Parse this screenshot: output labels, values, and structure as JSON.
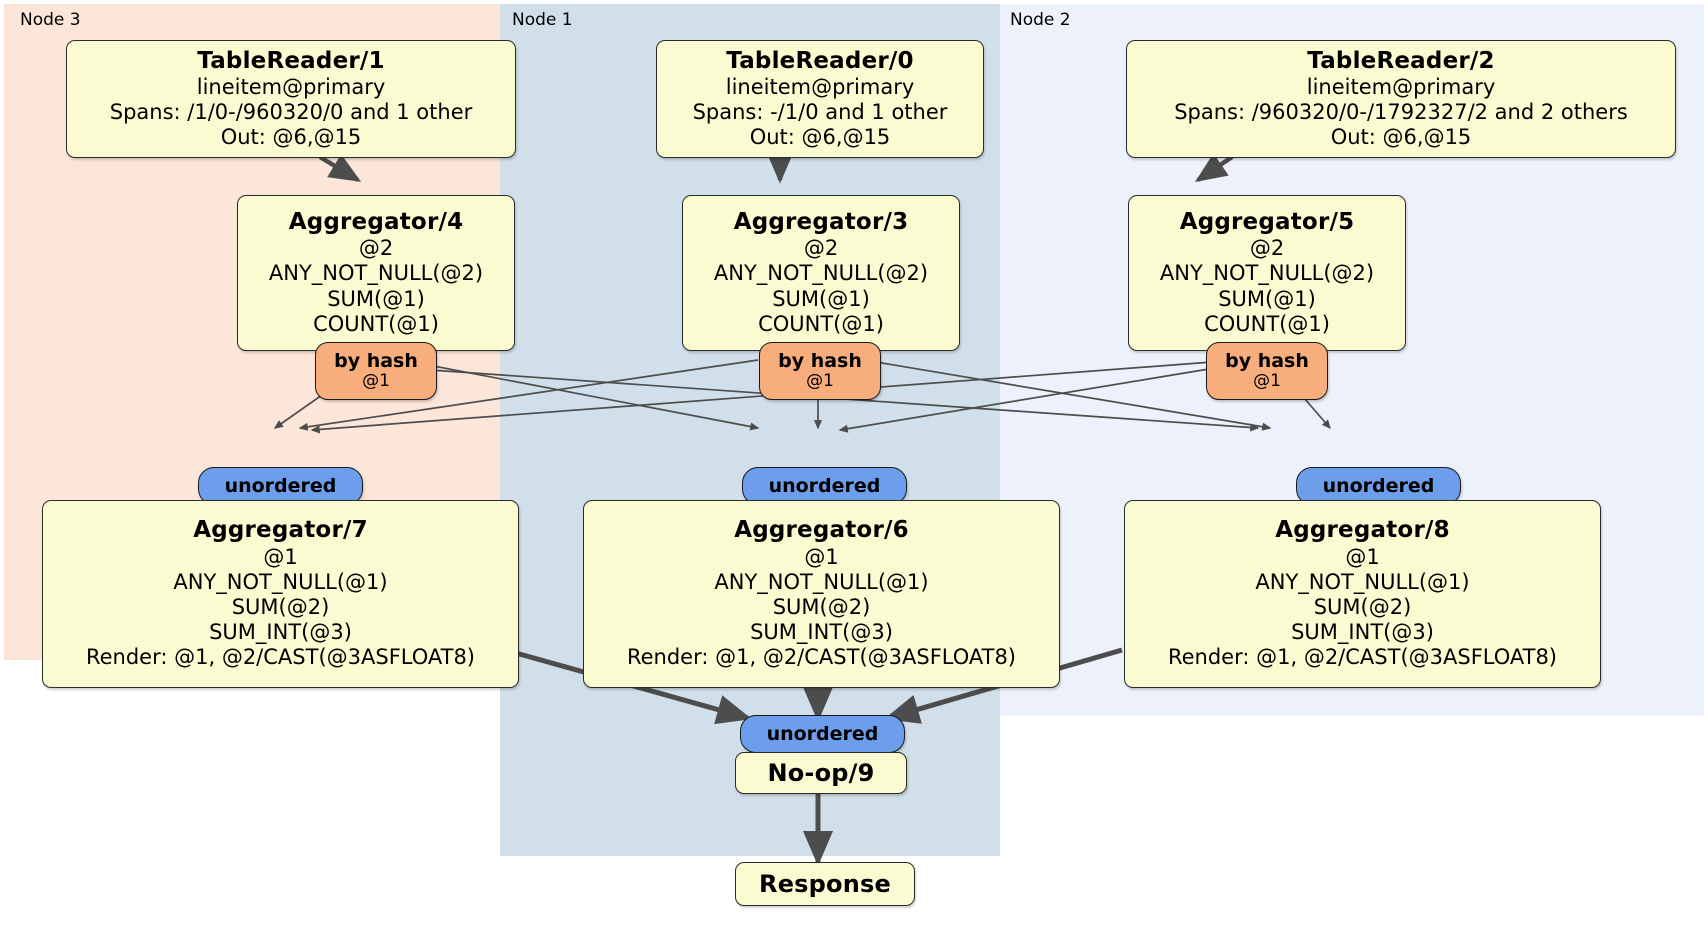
{
  "diagram": {
    "type": "distributed-query-plan",
    "clusters": [
      {
        "id": "node3",
        "label": "Node 3",
        "color": "#fce6d9"
      },
      {
        "id": "node1",
        "label": "Node 1",
        "color": "#d0dfe9"
      },
      {
        "id": "node2",
        "label": "Node 2",
        "color": "#edf1fb"
      }
    ],
    "colors": {
      "processor_fill": "#fbfbd2",
      "hash_router_fill": "#f7ad7c",
      "synchronizer_fill": "#6d9eeb",
      "stroke": "#2b2b2b",
      "edge": "#4d4d4d"
    },
    "processors": {
      "tablereader_1": {
        "title": "TableReader/1",
        "lines": [
          "lineitem@primary",
          "Spans: /1/0-/960320/0 and 1 other",
          "Out: @6,@15"
        ]
      },
      "tablereader_0": {
        "title": "TableReader/0",
        "lines": [
          "lineitem@primary",
          "Spans: -/1/0 and 1 other",
          "Out: @6,@15"
        ]
      },
      "tablereader_2": {
        "title": "TableReader/2",
        "lines": [
          "lineitem@primary",
          "Spans: /960320/0-/1792327/2 and 2 others",
          "Out: @6,@15"
        ]
      },
      "aggregator_4": {
        "title": "Aggregator/4",
        "lines": [
          "@2",
          "ANY_NOT_NULL(@2)",
          "SUM(@1)",
          "COUNT(@1)"
        ]
      },
      "aggregator_3": {
        "title": "Aggregator/3",
        "lines": [
          "@2",
          "ANY_NOT_NULL(@2)",
          "SUM(@1)",
          "COUNT(@1)"
        ]
      },
      "aggregator_5": {
        "title": "Aggregator/5",
        "lines": [
          "@2",
          "ANY_NOT_NULL(@2)",
          "SUM(@1)",
          "COUNT(@1)"
        ]
      },
      "aggregator_7": {
        "title": "Aggregator/7",
        "lines": [
          "@1",
          "ANY_NOT_NULL(@1)",
          "SUM(@2)",
          "SUM_INT(@3)",
          "Render: @1, @2/CAST(@3ASFLOAT8)"
        ]
      },
      "aggregator_6": {
        "title": "Aggregator/6",
        "lines": [
          "@1",
          "ANY_NOT_NULL(@1)",
          "SUM(@2)",
          "SUM_INT(@3)",
          "Render: @1, @2/CAST(@3ASFLOAT8)"
        ]
      },
      "aggregator_8": {
        "title": "Aggregator/8",
        "lines": [
          "@1",
          "ANY_NOT_NULL(@1)",
          "SUM(@2)",
          "SUM_INT(@3)",
          "Render: @1, @2/CAST(@3ASFLOAT8)"
        ]
      },
      "noop_9": {
        "title": "No-op/9",
        "lines": []
      },
      "response": {
        "title": "Response",
        "lines": []
      }
    },
    "routers": {
      "hash_left": {
        "title": "by hash",
        "sub": "@1"
      },
      "hash_center": {
        "title": "by hash",
        "sub": "@1"
      },
      "hash_right": {
        "title": "by hash",
        "sub": "@1"
      },
      "sync_left": {
        "title": "unordered",
        "sub": ""
      },
      "sync_center": {
        "title": "unordered",
        "sub": ""
      },
      "sync_right": {
        "title": "unordered",
        "sub": ""
      },
      "sync_final": {
        "title": "unordered",
        "sub": ""
      }
    }
  }
}
